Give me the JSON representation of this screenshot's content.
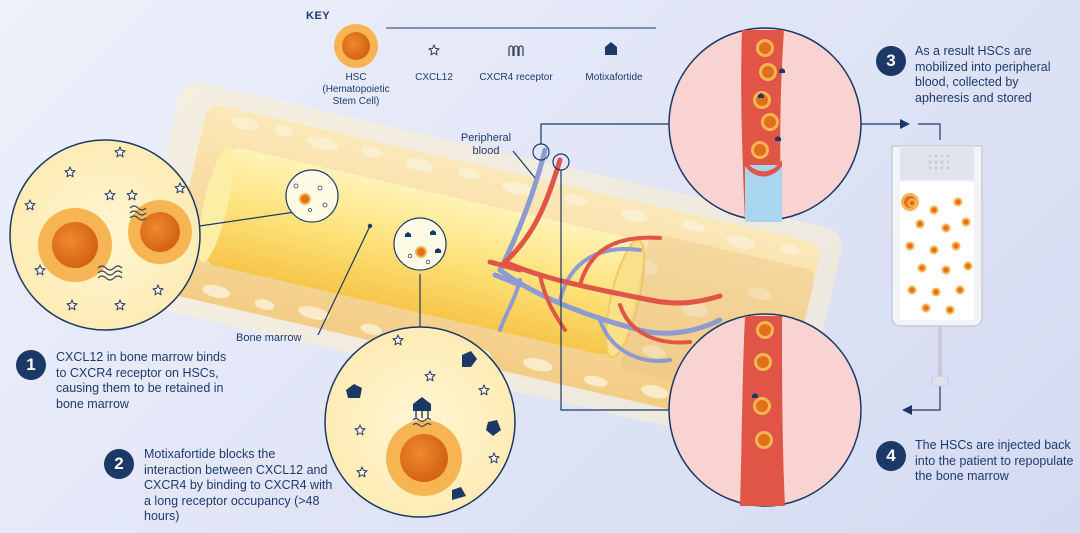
{
  "key": {
    "title": "KEY",
    "hsc_label": "HSC\n(Hematopoietic\nStem Cell)",
    "cxcl12_label": "CXCL12",
    "cxcr4_label": "CXCR4 receptor",
    "motixafortide_label": "Motixafortide"
  },
  "labels": {
    "peripheral_blood": "Peripheral\nblood",
    "bone_marrow": "Bone marrow"
  },
  "steps": [
    {
      "number": "1",
      "text": "CXCL12 in bone marrow binds to CXCR4 receptor on HSCs, causing them to be retained in bone marrow"
    },
    {
      "number": "2",
      "text": "Motixafortide blocks the interaction between CXCL12 and CXCR4 by binding to CXCR4 with a long receptor occupancy (>48 hours)"
    },
    {
      "number": "3",
      "text": "As a result HSCs are mobilized into peripheral blood, collected by apheresis and stored"
    },
    {
      "number": "4",
      "text": "The HSCs are injected back into the patient to repopulate the bone marrow"
    }
  ],
  "colors": {
    "navy": "#1c3866",
    "hsc_orange": "#e0701b",
    "hsc_halo": "#f6b552",
    "marrow_yellow": "#fbe49a",
    "artery_red": "#e05545",
    "vein_blue": "#8e9ad2",
    "vessel_pink": "#f7c6c4"
  }
}
